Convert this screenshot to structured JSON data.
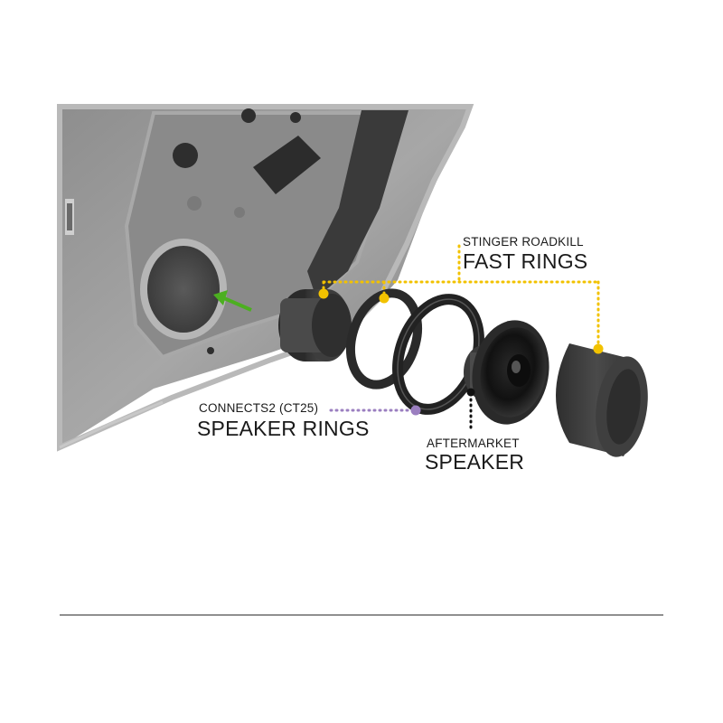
{
  "labels": {
    "fast_rings_line1": "STINGER ROADKILL",
    "fast_rings_line2": "FAST RINGS",
    "speaker_rings_line1": "CONNECTS2 (CT25)",
    "speaker_rings_line2": "SPEAKER RINGS",
    "speaker_line1": "AFTERMARKET",
    "speaker_line2": "SPEAKER"
  },
  "colors": {
    "fast_rings_callout": "#f2c200",
    "speaker_rings_callout": "#9b7fc0",
    "speaker_callout": "#111111",
    "install_arrow": "#4caf20",
    "door_panel": "#9a9a9a",
    "foam": "#3a3a3a"
  },
  "icons": {
    "install_arrow": "arrow-left-icon"
  }
}
